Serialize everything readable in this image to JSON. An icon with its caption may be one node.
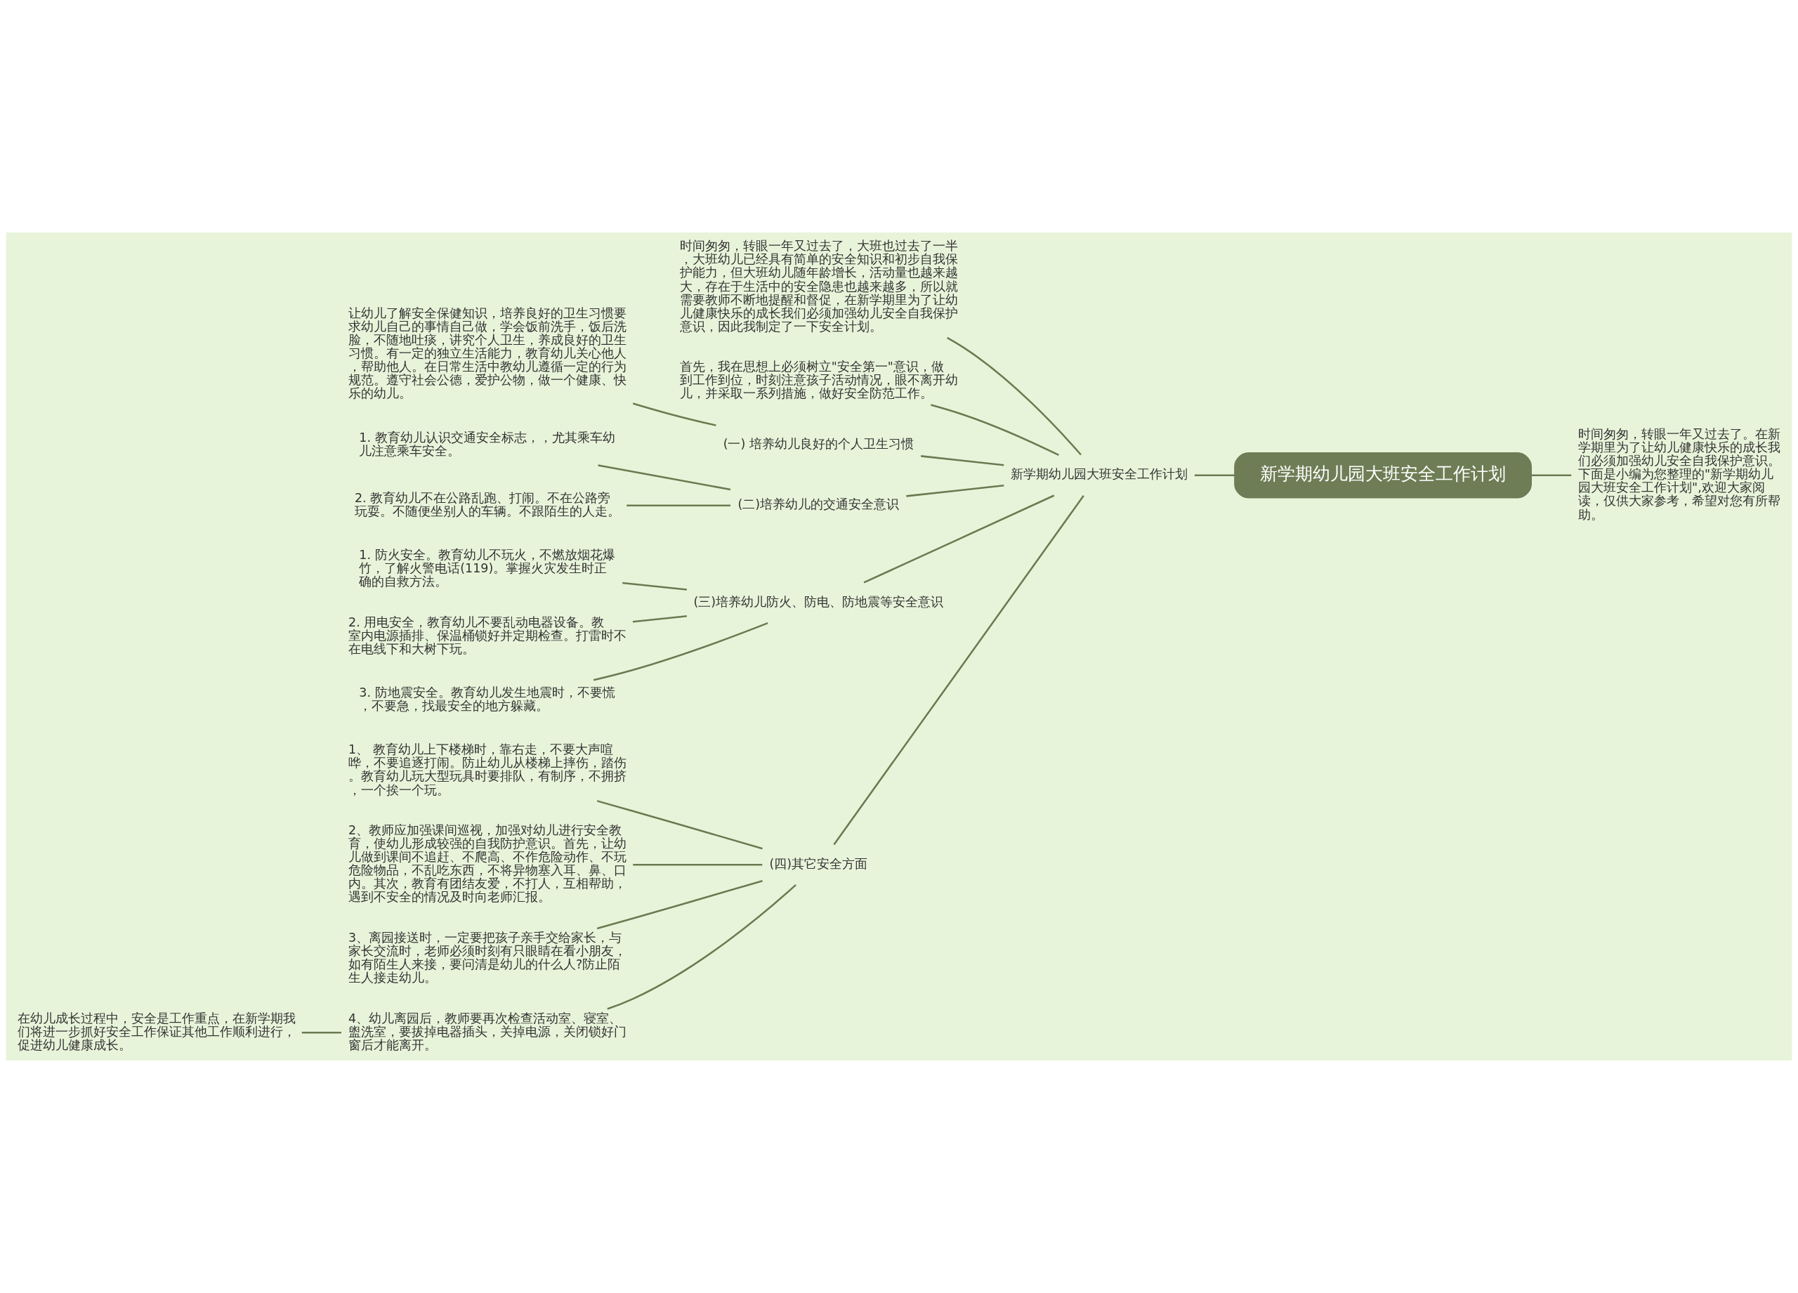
{
  "diagram": {
    "nodes": [
      {
        "text": [
          "新学期幼儿园大班安全工作计划"
        ]
      },
      {
        "text": [
          "时间匆匆，转眼一年又过去了。在新学期里为了让幼儿健康快乐的成长我们必须加强幼儿安全自我保护意识。下面是小编为您整理的\"新学期幼儿园大班安全工作计划\",欢迎大家阅读，仅供大家参考，希望对您有所帮助。"
        ]
      },
      {
        "text": [
          "新学期幼儿园大班安全工作计划"
        ]
      },
      {
        "text": [
          "时间匆匆，转眼一年又过去了，大班也过去了一半，大班幼儿已经具有简单的安全知识和初步自我保护能力，但大班幼儿随年龄增长，活动量也越来越大，存在于生活中的安全隐患也越来越多，所以就需要教师不断地提醒和督促，在新学期里为了让幼儿健康快乐的成长我们必须加强幼儿安全自我保护意识，因此我制定了一下安全计划。"
        ]
      },
      {
        "text": [
          "首先，我在思想上必须树立\"安全第一\"意识，做到工作到位，时刻注意孩子活动情况，眼不离开幼儿，并采取一系列措施，做好安全防范工作。"
        ]
      },
      {
        "text": [
          "(一) 培养幼儿良好的个人卫生习惯"
        ]
      },
      {
        "text": [
          "让幼儿了解安全保健知识，培养良好的卫生习惯要求幼儿自己的事情自己做，学会饭前洗手，饭后洗脸，不随地吐痰，讲究个人卫生，养成良好的卫生习惯。有一定的独立生活能力，教育幼儿关心他人，帮助他人。在日常生活中教幼儿遵循一定的行为规范。遵守社会公德，爱护公物，做一个健康、快乐的幼儿。"
        ]
      },
      {
        "text": [
          "(二)培养幼儿的交通安全意识"
        ]
      },
      {
        "text": [
          "1. 教育幼儿认识交通安全标志，，尤其乘车幼儿注意乘车安全。"
        ]
      },
      {
        "text": [
          "2. 教育幼儿不在公路乱跑、打闹。不在公路旁玩耍。不随便坐别人的车辆。不跟陌生的人走。"
        ]
      },
      {
        "text": [
          "(三)培养幼儿防火、防电、防地震等安全意识"
        ]
      },
      {
        "text": [
          "1. 防火安全。教育幼儿不玩火，不燃放烟花爆竹，了解火警电话(119)。掌握火灾发生时正确的自救方法。"
        ]
      },
      {
        "text": [
          "2. 用电安全，教育幼儿不要乱动电器设备。教室内电源插排、保温桶锁好并定期检查。打雷时不在电线下和大树下玩。"
        ]
      },
      {
        "text": [
          "3. 防地震安全。教育幼儿发生地震时，不要慌，不要急，找最安全的地方躲藏。"
        ]
      },
      {
        "text": [
          "(四)其它安全方面"
        ]
      },
      {
        "text": [
          "1、 教育幼儿上下楼梯时，靠右走，不要大声喧哗，不要追逐打闹。防止幼儿从楼梯上摔伤，踏伤。教育幼儿玩大型玩具时要排队，有制序，不拥挤，一个挨一个玩。"
        ]
      },
      {
        "text": [
          "2、教师应加强课间巡视，加强对幼儿进行安全教育，使幼儿形成较强的自我防护意识。首先，让幼儿做到课间不追赶、不爬高、不作危险动作、不玩危险物品，不乱吃东西，不将异物塞入耳、鼻、口内。其次，教育有团结友爱，不打人，互相帮助，遇到不安全的情况及时向老师汇报。"
        ]
      },
      {
        "text": [
          "3、离园接送时，一定要把孩子亲手交给家长，与家长交流时，老师必须时刻有只眼睛在看小朋友，如有陌生人来接，要问清是幼儿的什么人?防止陌生人接走幼儿。"
        ]
      },
      {
        "text": [
          "4、幼儿离园后，教师要再次检查活动室、寝室、盥洗室，要拔掉电器插头，关掉电源，关闭锁好门窗后才能离开。"
        ]
      },
      {
        "text": [
          "在幼儿成长过程中，安全是工作重点，在新学期我们将进一步抓好安全工作保证其他工作顺利进行，促进幼儿健康成长。"
        ]
      }
    ],
    "edges": [
      {
        "from": 1,
        "to": 0,
        "arrow": "none"
      },
      {
        "from": 0,
        "to": 2,
        "arrow": "none"
      },
      {
        "from": 2,
        "to": 3,
        "arrow": "none"
      },
      {
        "from": 2,
        "to": 4,
        "arrow": "none"
      },
      {
        "from": 2,
        "to": 5,
        "arrow": "none"
      },
      {
        "from": 5,
        "to": 6,
        "arrow": "none"
      },
      {
        "from": 2,
        "to": 7,
        "arrow": "none"
      },
      {
        "from": 7,
        "to": 8,
        "arrow": "none"
      },
      {
        "from": 7,
        "to": 9,
        "arrow": "none"
      },
      {
        "from": 2,
        "to": 10,
        "arrow": "none"
      },
      {
        "from": 10,
        "to": 11,
        "arrow": "none"
      },
      {
        "from": 10,
        "to": 12,
        "arrow": "none"
      },
      {
        "from": 10,
        "to": 13,
        "arrow": "none"
      },
      {
        "from": 2,
        "to": 14,
        "arrow": "none"
      },
      {
        "from": 14,
        "to": 15,
        "arrow": "none"
      },
      {
        "from": 14,
        "to": 16,
        "arrow": "none"
      },
      {
        "from": 14,
        "to": 17,
        "arrow": "none"
      },
      {
        "from": 14,
        "to": 18,
        "arrow": "none"
      },
      {
        "from": 18,
        "to": 19,
        "arrow": "none"
      }
    ]
  }
}
